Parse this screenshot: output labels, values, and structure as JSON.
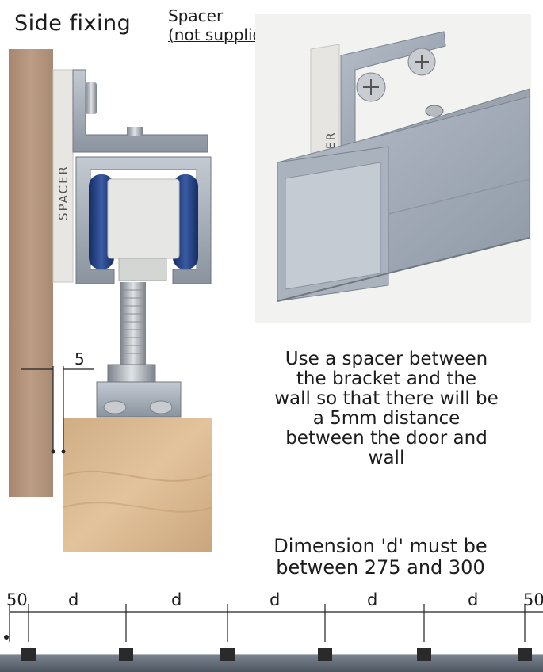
{
  "title": "Side fixing",
  "spacer_label": {
    "line1": "Spacer",
    "line2": "(not supplied)"
  },
  "spacer_stamp": "SPACER",
  "spacer_stamp_partial": "ER",
  "gap_label": "5",
  "description": [
    "Use a spacer between",
    "the bracket and the",
    "wall so that there will be",
    "a 5mm distance",
    "between the door and",
    "wall"
  ],
  "dimension_note": [
    "Dimension 'd' must be",
    "between 275 and 300"
  ],
  "dimension_labels": [
    "50",
    "d",
    "d",
    "d",
    "d",
    "d",
    "50"
  ],
  "colors": {
    "wall": "#b8987e",
    "timber": "#d9b890",
    "roller": "#233f80",
    "aluminium": "#9ea7b2",
    "rail": "#5f6874",
    "clip": "#2a2a2a"
  }
}
